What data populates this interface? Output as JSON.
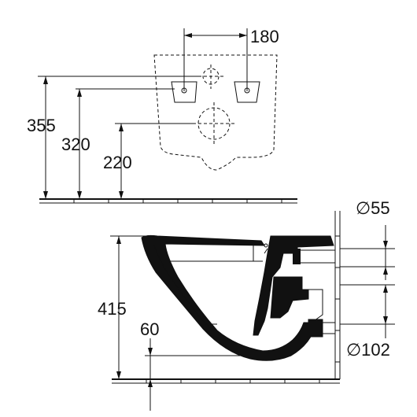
{
  "dimensions": {
    "mount_spacing": "180",
    "height_355": "355",
    "height_320": "320",
    "height_220": "220",
    "rim_height": "415",
    "outlet_height": "60",
    "inlet_diameter": "∅55",
    "outlet_diameter": "∅102"
  }
}
